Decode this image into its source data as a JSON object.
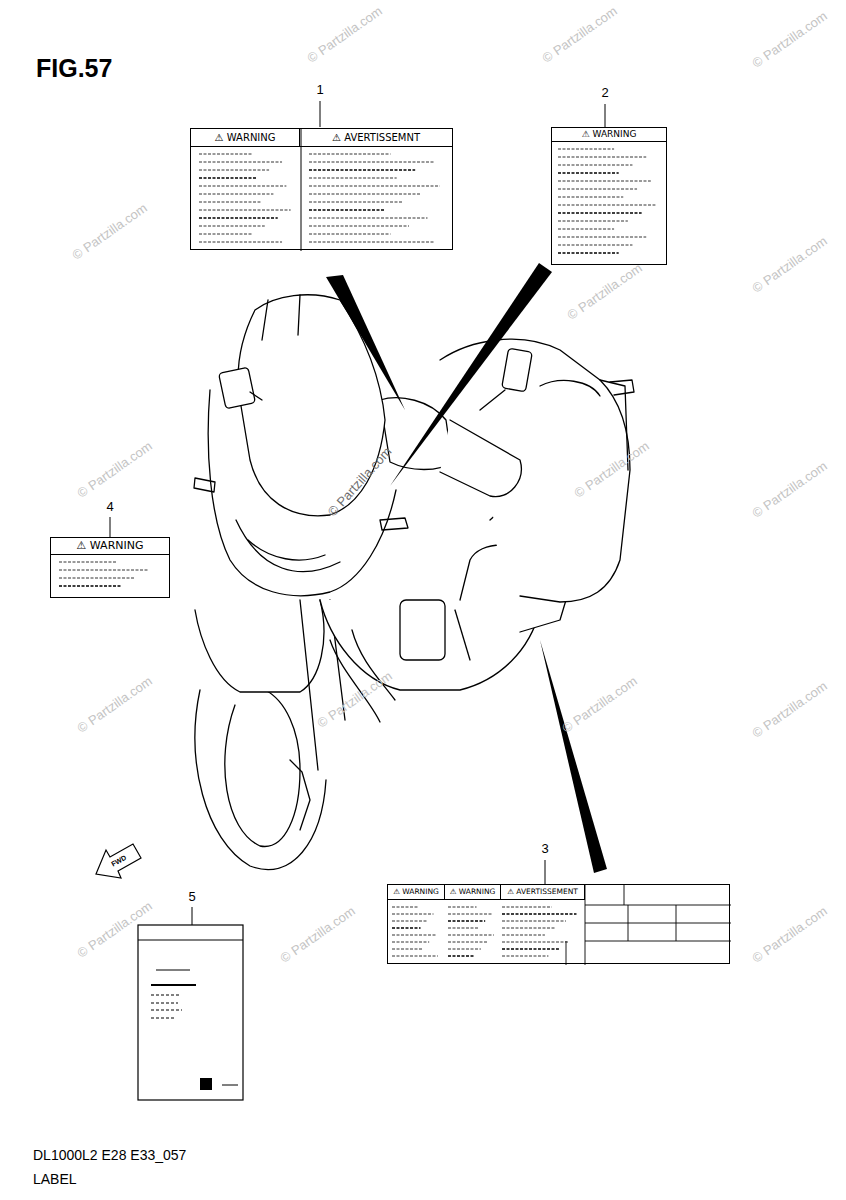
{
  "diagram": {
    "title": "FIG.57",
    "nodes": [
      {
        "text": [
          "⚠ WARNING",
          "⚠ AVERTISSEMNT"
        ]
      },
      {
        "text": [
          "⚠ WARNING"
        ]
      },
      {
        "text": [
          "⚠ WARNING"
        ]
      },
      {
        "text": [
          "⚠ WARNING",
          "⚠ WARNING",
          "⚠ AVERTISSEMENT"
        ]
      }
    ],
    "labels": [
      "1",
      "2",
      "3",
      "4",
      "5",
      "FWD",
      "DL1000L2 E28 E33_057",
      "LABEL",
      "© Partzilla.com",
      "© Partzilla.com",
      "© Partzilla.com",
      "© Partzilla.com",
      "© Partzilla.com",
      "© Partzilla.com",
      "© Partzilla.com",
      "© Partzilla.com",
      "© Partzilla.com",
      "© Partzilla.com",
      "© Partzilla.com",
      "© Partzilla.com",
      "© Partzilla.com",
      "© Partzilla.com",
      "© Partzilla.com",
      "© Partzilla.com",
      "© Partzilla.com"
    ]
  }
}
